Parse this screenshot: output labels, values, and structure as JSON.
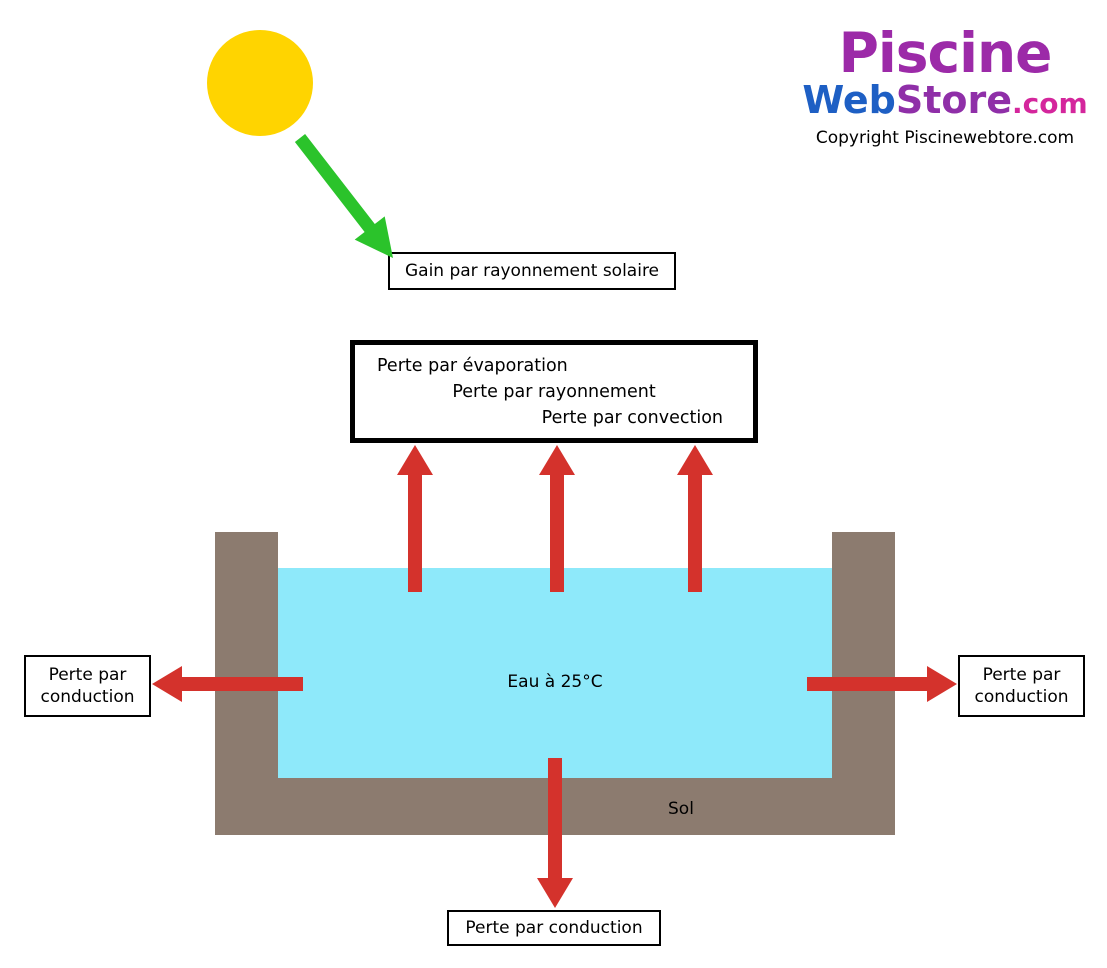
{
  "logo": {
    "piscine": "Piscine",
    "web": "Web",
    "store": "Store",
    "com": ".com",
    "copyright": "Copyright Piscinewebtore.com"
  },
  "diagram": {
    "gain_label": "Gain par rayonnement solaire",
    "loss_lines": {
      "evaporation": "Perte par évaporation",
      "rayonnement": "Perte par rayonnement",
      "convection": "Perte par convection"
    },
    "left_loss": {
      "line1": "Perte par",
      "line2": "conduction"
    },
    "right_loss": {
      "line1": "Perte par",
      "line2": "conduction"
    },
    "bottom_loss": "Perte par conduction",
    "water_label": "Eau à 25°C",
    "ground_label": "Sol"
  },
  "colors": {
    "sun": "#FFD400",
    "solar_arrow": "#2BC32B",
    "loss_arrow": "#D4322C",
    "pool_wall": "#8C7B6F",
    "water": "#8EE9FA",
    "logo_piscine": "#9C2AA8",
    "logo_web": "#1E5FC4",
    "logo_store": "#8F2FA8",
    "logo_com": "#D4269C"
  }
}
